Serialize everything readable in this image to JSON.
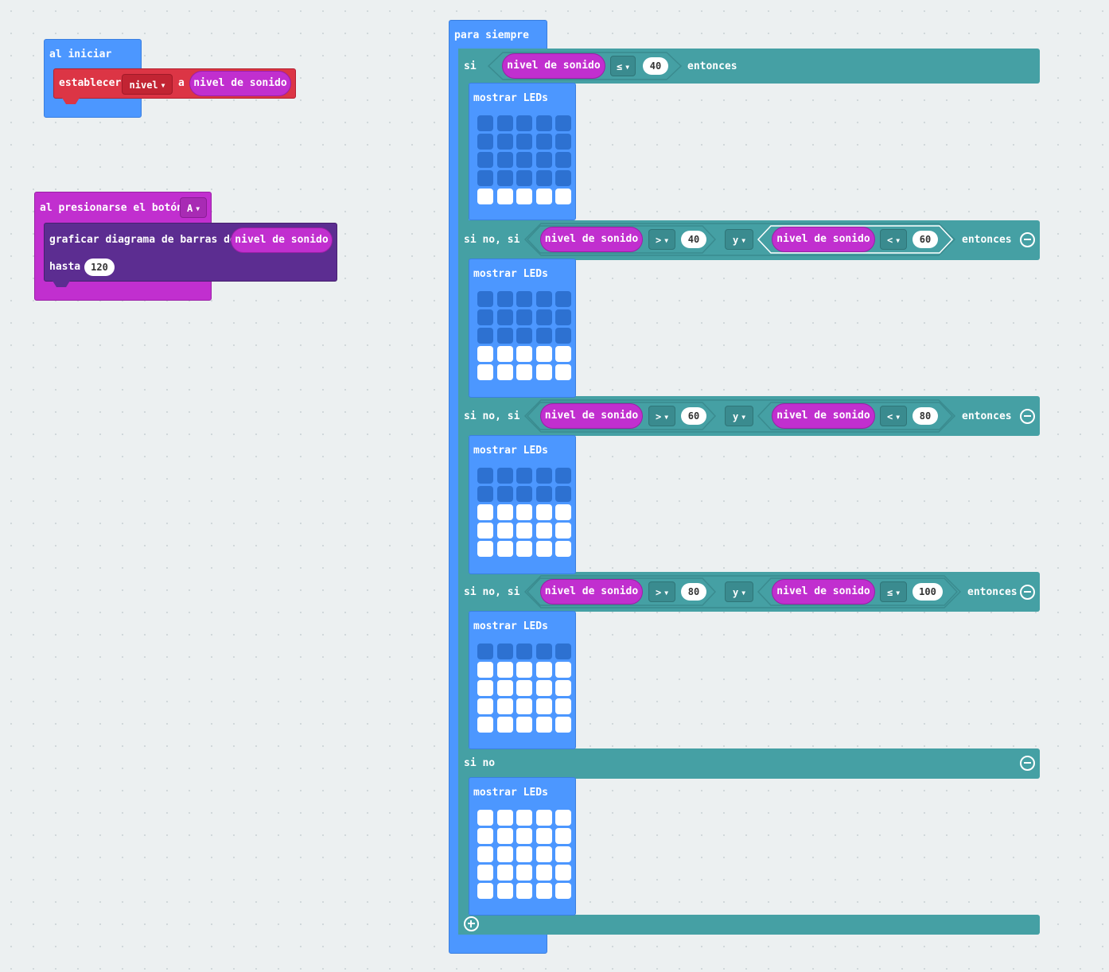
{
  "on_start": {
    "hat_label": "al iniciar",
    "set_label": "establecer",
    "var_name": "nivel",
    "to_label": "a",
    "value_label": "nivel de sonido"
  },
  "on_button": {
    "hat_label": "al presionarse el botón",
    "button": "A",
    "plot_label": "graficar diagrama de barras de",
    "plot_value": "nivel de sonido",
    "up_to_label": "hasta",
    "up_to_value": "120"
  },
  "forever": {
    "hat_label": "para siempre",
    "if_label": "si",
    "else_if_label": "si no, si",
    "else_label": "si no",
    "then_label": "entonces",
    "and_label": "y",
    "show_leds_label": "mostrar LEDs",
    "sensor_label": "nivel de sonido",
    "cond1": {
      "op": "≤",
      "value": "40"
    },
    "cond2": {
      "op1": ">",
      "v1": "40",
      "op2": "<",
      "v2": "60"
    },
    "cond3": {
      "op1": ">",
      "v1": "60",
      "op2": "<",
      "v2": "80"
    },
    "cond4": {
      "op1": ">",
      "v1": "80",
      "op2": "≤",
      "v2": "100"
    },
    "led_lit_rows": [
      1,
      2,
      3,
      4,
      5
    ]
  },
  "colors": {
    "basic": "#4c97ff",
    "variables": "#dc3545",
    "input": "#c12fcf",
    "led": "#5c2d91",
    "logic": "#45a0a4",
    "led_off": "#2d71d1",
    "led_on": "#ffffff"
  }
}
